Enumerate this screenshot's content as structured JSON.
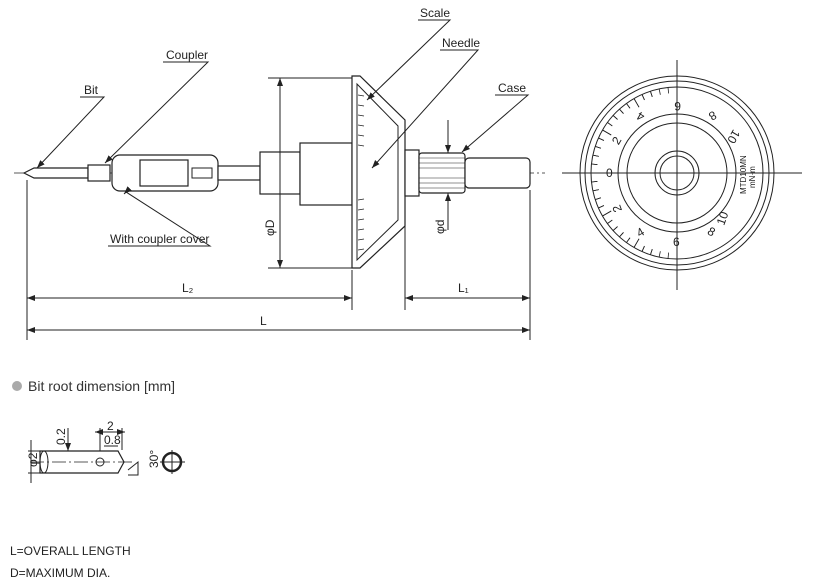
{
  "labels": {
    "scale": "Scale",
    "needle": "Needle",
    "coupler": "Coupler",
    "bit": "Bit",
    "case": "Case",
    "coupler_cover": "With coupler cover",
    "phi_D": "φD",
    "phi_d": "φd",
    "L2": "L₂",
    "L1": "L₁",
    "L": "L"
  },
  "dial": {
    "top_numbers": [
      "0",
      "2",
      "4",
      "6",
      "8",
      "10"
    ],
    "bottom_numbers": [
      "2",
      "4",
      "6",
      "8",
      "10"
    ],
    "model": "MTD10MN",
    "unit": "mN·m"
  },
  "bit_root": {
    "title": "Bit root dimension [mm]",
    "dims": {
      "dia": "φ2",
      "depth": "0.2",
      "length": "2",
      "width": "0.8",
      "angle": "30°"
    }
  },
  "notes": [
    "L=OVERALL LENGTH",
    "D=MAXIMUM DIA."
  ]
}
